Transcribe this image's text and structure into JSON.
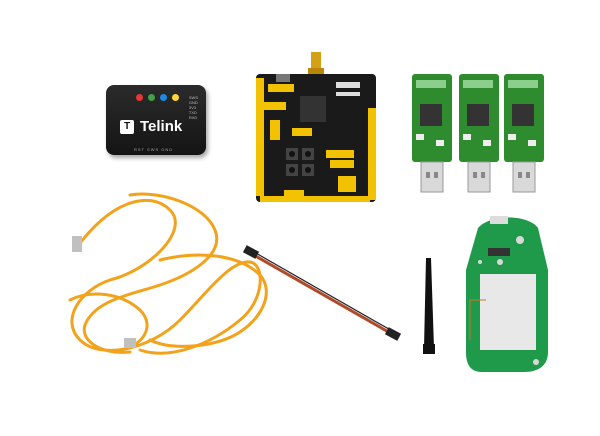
{
  "telink_box": {
    "logo_text": "Telink",
    "led_colors": [
      "#e53935",
      "#43a047",
      "#1e88e5",
      "#fdd835"
    ],
    "pin_labels": [
      "SWS",
      "GND",
      "3V3",
      "TXD",
      "RXD"
    ],
    "footer_label": "RST SWS GND"
  },
  "dev_board": {
    "main_color": "#1a1a1a",
    "header_color": "#f2c200"
  },
  "dongles": {
    "count": 3,
    "pcb_color": "#2e8b2e",
    "usb_color": "#d9d9d9"
  },
  "cable": {
    "color": "#f2a21b"
  },
  "jumper_wire": {
    "color": "#b04a2a"
  },
  "antenna": {
    "color": "#111111"
  },
  "remote_pcb": {
    "pcb_color": "#1f9a4a",
    "pad_color": "#e8e8e8"
  }
}
